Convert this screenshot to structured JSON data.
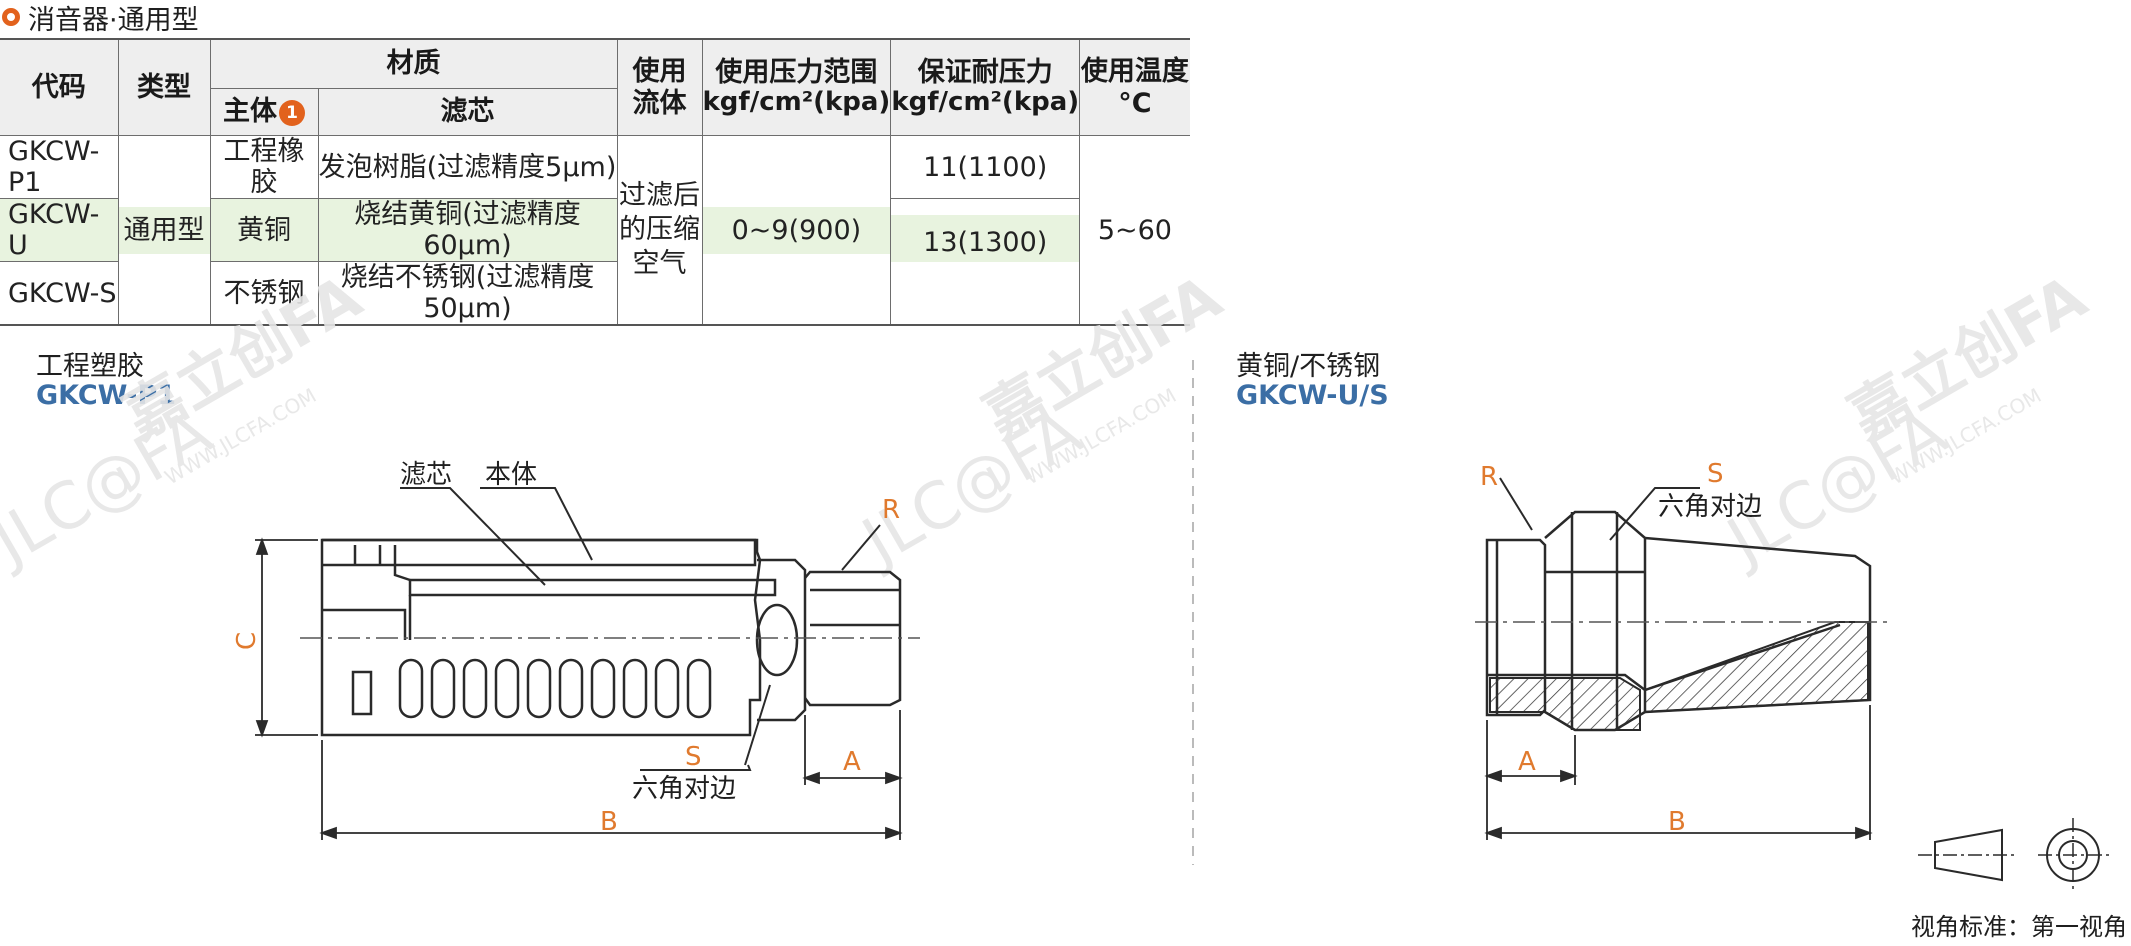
{
  "title": "消音器·通用型",
  "table": {
    "headers": {
      "code": "代码",
      "type": "类型",
      "material": "材质",
      "body": "主体",
      "body_badge": "1",
      "filter": "滤芯",
      "fluid": "使用流体",
      "pressure_range": "使用压力范围",
      "pressure_range_unit": "kgf/cm²(kpa)",
      "proof_pressure": "保证耐压力",
      "proof_pressure_unit": "kgf/cm²(kpa)",
      "temperature": "使用温度",
      "temperature_unit": "°C"
    },
    "rows": [
      {
        "code": "GKCW-P1",
        "body": "工程橡胶",
        "filter": "发泡树脂(过滤精度5μm)"
      },
      {
        "code": "GKCW-U",
        "body": "黄铜",
        "filter": "烧结黄铜(过滤精度60μm)"
      },
      {
        "code": "GKCW-S",
        "body": "不锈钢",
        "filter": "烧结不锈钢(过滤精度50μm)"
      }
    ],
    "shared": {
      "type": "通用型",
      "fluid": "过滤后的压缩空气",
      "pressure_range": "0~9(900)",
      "proof_p1": "11(1100)",
      "proof_us": "13(1300)",
      "temperature": "5~60"
    }
  },
  "left_drawing": {
    "material": "工程塑胶",
    "code": "GKCW-P1",
    "labels": {
      "filter": "滤芯",
      "body": "本体",
      "hex": "六角对边"
    },
    "dims": {
      "R": "R",
      "C": "C",
      "S": "S",
      "A": "A",
      "B": "B"
    }
  },
  "right_drawing": {
    "material": "黄铜/不锈钢",
    "code": "GKCW-U/S",
    "labels": {
      "hex": "六角对边"
    },
    "dims": {
      "R": "R",
      "S": "S",
      "A": "A",
      "B": "B"
    }
  },
  "watermark": {
    "brand": "嘉立创FA",
    "logo": "JLC@FA",
    "url": "WWW.JLCFA.COM"
  },
  "view_standard": "视角标准：第一视角",
  "colors": {
    "accent": "#e2621d",
    "code_blue": "#3b6ea5",
    "highlight": "#e8f3df",
    "dimension": "#e07a2e"
  }
}
